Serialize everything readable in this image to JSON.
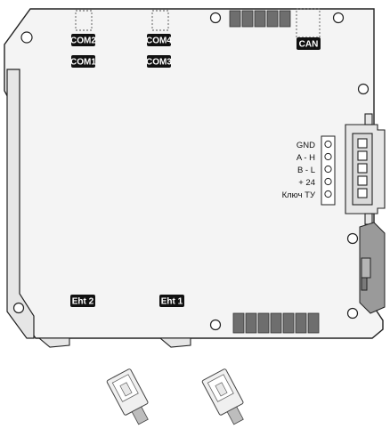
{
  "ports": {
    "com2": "COM2",
    "com4": "COM4",
    "com1": "COM1",
    "com3": "COM3",
    "can": "CAN",
    "eth2": "Eht 2",
    "eth1": "Eht 1"
  },
  "terminal": {
    "pins": [
      "GND",
      "A - H",
      "B - L",
      "+ 24",
      "Ключ ТУ"
    ]
  },
  "colors": {
    "board_fill": "#f4f4f4",
    "board_stroke": "#222222",
    "label_bg": "#111111",
    "connector_gray": "#6e6e6e"
  }
}
